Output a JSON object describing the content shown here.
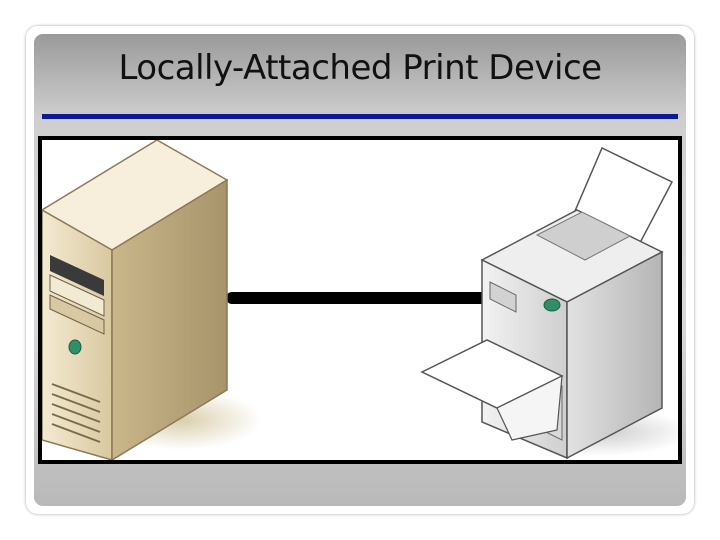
{
  "slide": {
    "title": "Locally-Attached Print Device"
  },
  "colors": {
    "title_rule": "#0d1a96",
    "server_body": "#e9dcbe",
    "printer_body": "#e6e6e6",
    "status_light": "#2f8f6a",
    "cable": "#000000"
  },
  "diagram": {
    "nodes": [
      {
        "id": "server",
        "icon": "server-tower-icon"
      },
      {
        "id": "printer",
        "icon": "printer-icon"
      }
    ],
    "connection": {
      "from": "server",
      "to": "printer",
      "style": "thick-cable"
    }
  }
}
